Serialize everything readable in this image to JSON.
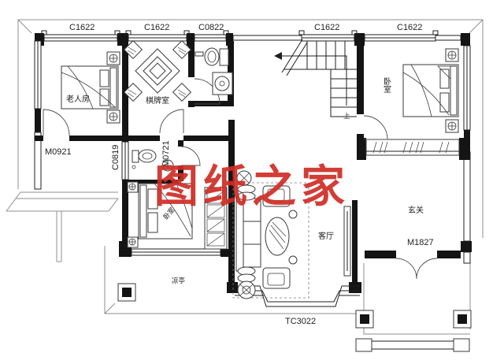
{
  "plan": {
    "watermark": "图纸之家",
    "codes": {
      "win_top_1": "C1622",
      "win_top_2": "C1622",
      "win_top_3": "C0822",
      "win_top_4": "C1622",
      "win_top_5": "C1622",
      "door_left": "M0921",
      "win_side": "C0819",
      "door_bath2": "M0721",
      "door_entry": "M1827",
      "bay_window": "TC3022"
    },
    "rooms": {
      "elder_room": "老人房",
      "chess_room": "棋牌室",
      "bedroom_right": "卧室",
      "bedroom_left": "卧室",
      "living_room": "客厅",
      "foyer": "玄关",
      "pavilion": "凉亭"
    },
    "stairs": {
      "up": "上"
    },
    "colors": {
      "watermark_red": "#cf2d25",
      "wall_black": "#141414",
      "site_gray": "#8f8f8f"
    }
  }
}
